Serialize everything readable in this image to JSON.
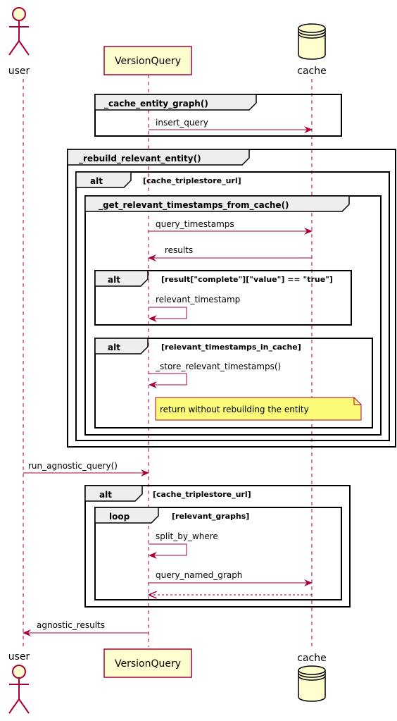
{
  "participants": {
    "user": "user",
    "version_query": "VersionQuery",
    "cache": "cache"
  },
  "frames": {
    "cache_entity_graph": "_cache_entity_graph()",
    "rebuild_relevant_entity": "_rebuild_relevant_entity()",
    "alt1": {
      "keyword": "alt",
      "guard": "[cache_triplestore_url]"
    },
    "get_relevant_timestamps": "_get_relevant_timestamps_from_cache()",
    "alt2": {
      "keyword": "alt",
      "guard": "[result[\"complete\"][\"value\"] == \"true\"]"
    },
    "alt3": {
      "keyword": "alt",
      "guard": "[relevant_timestamps_in_cache]"
    },
    "alt4": {
      "keyword": "alt",
      "guard": "[cache_triplestore_url]"
    },
    "loop1": {
      "keyword": "loop",
      "guard": "[relevant_graphs]"
    }
  },
  "messages": {
    "insert_query": "insert_query",
    "query_timestamps": "query_timestamps",
    "results": "results",
    "relevant_timestamp": "relevant_timestamp",
    "store_relevant_timestamps": "_store_relevant_timestamps()",
    "run_agnostic_query": "run_agnostic_query()",
    "split_by_where": "split_by_where",
    "query_named_graph": "query_named_graph",
    "agnostic_results": "agnostic_results"
  },
  "note": "return without rebuilding the entity",
  "colors": {
    "participant_fill": "#FEFECE",
    "participant_border": "#A80036",
    "arrow": "#A80036",
    "note_fill": "#FBFB77"
  }
}
